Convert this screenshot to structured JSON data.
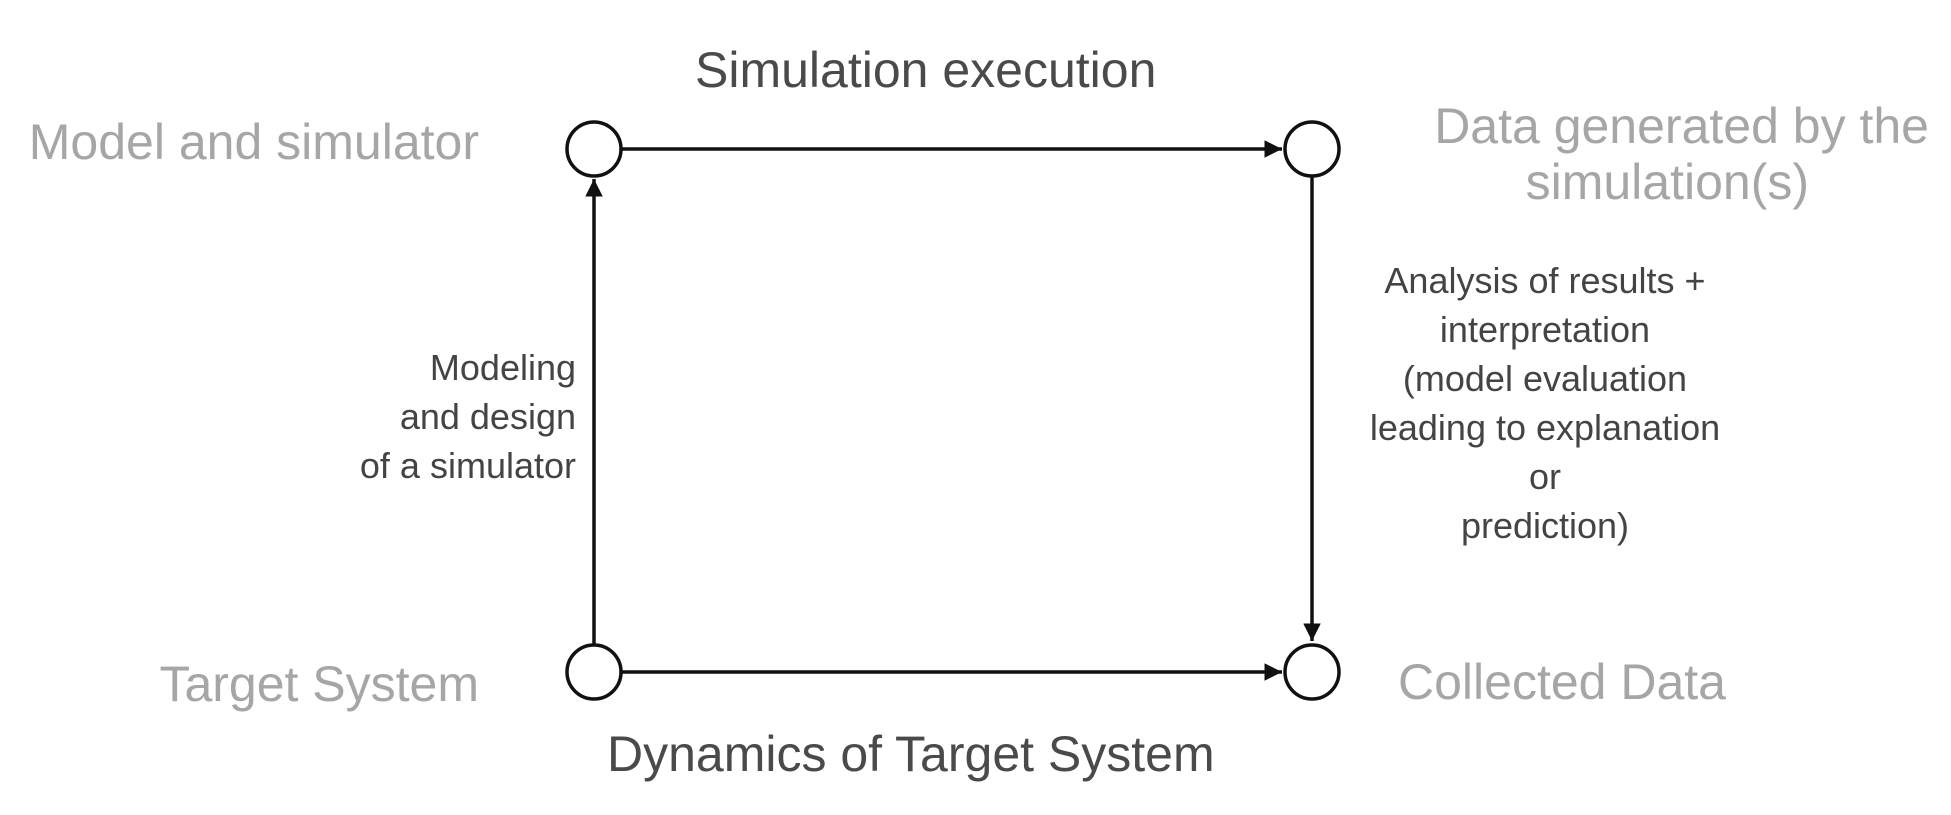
{
  "nodes": {
    "model_simulator": "Model and simulator",
    "data_generated_line1": "Data generated by the",
    "data_generated_line2": "simulation(s)",
    "target_system": "Target System",
    "collected_data": "Collected Data"
  },
  "edges": {
    "simulation_execution": "Simulation execution",
    "dynamics_target": "Dynamics of Target System",
    "modeling": [
      "Modeling",
      "and design",
      "of a simulator"
    ],
    "analysis": [
      "Analysis of results +",
      "interpretation",
      "(model evaluation",
      "leading to explanation",
      "or",
      "prediction)"
    ]
  },
  "colors": {
    "node_label": "#a6a6a6",
    "edge_label": "#4a4a4a",
    "stroke": "#111111"
  }
}
